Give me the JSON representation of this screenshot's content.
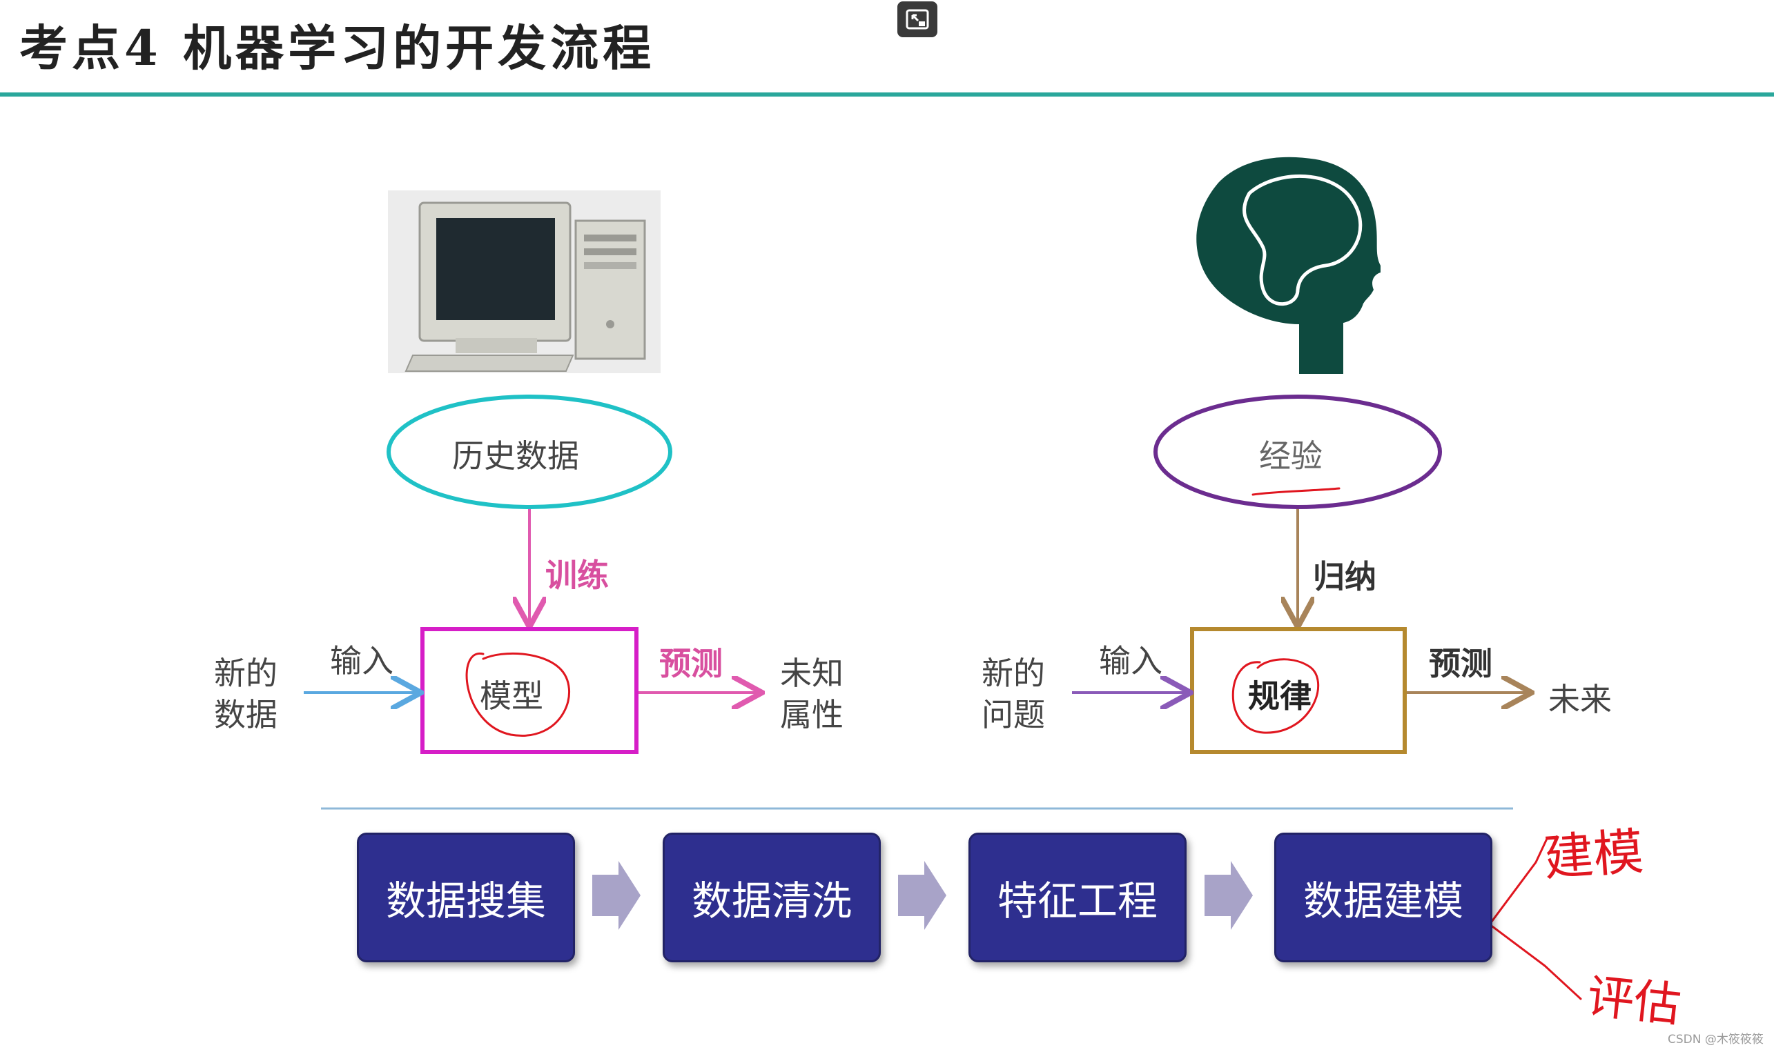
{
  "title": "考点4  机器学习的开发流程",
  "machine": {
    "input_oval": "历史数据",
    "train_label": "训练",
    "left_label_lines": [
      "新的",
      "数据"
    ],
    "input_label": "输入",
    "box_label": "模型",
    "predict_label": "预测",
    "output_label_lines": [
      "未知",
      "属性"
    ]
  },
  "human": {
    "input_oval": "经验",
    "induce_label": "归纳",
    "left_label_lines": [
      "新的",
      "问题"
    ],
    "input_label": "输入",
    "box_label": "规律",
    "predict_label": "预测",
    "output_label": "未来"
  },
  "pipeline": {
    "steps": [
      "数据搜集",
      "数据清洗",
      "特征工程",
      "数据建模"
    ]
  },
  "annotations": {
    "branch_top": "建模",
    "branch_bottom": "评估"
  },
  "watermark": "CSDN @木筱筱筱",
  "colors": {
    "title_rule": "#2aa79b",
    "machine_oval": "#1fc1c6",
    "human_oval": "#6b2c8f",
    "model_box": "#d61ec7",
    "rule_box": "#b5892e",
    "train_arrow": "#d84f9f",
    "step_fill": "#2e2f8f",
    "handwriting": "#e0161f"
  }
}
